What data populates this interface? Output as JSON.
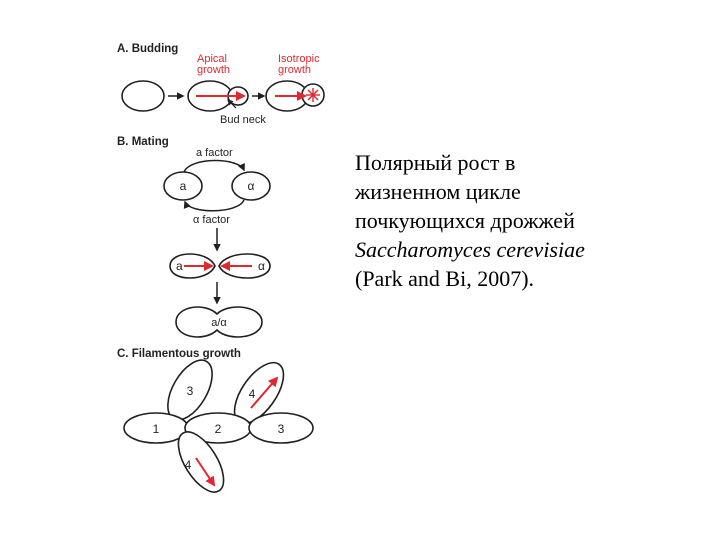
{
  "diagram": {
    "panel_a": {
      "heading": "A. Budding",
      "apical_line1": "Apical",
      "apical_line2": "growth",
      "isotropic_line1": "Isotropic",
      "isotropic_line2": "growth",
      "bud_neck": "Bud neck"
    },
    "panel_b": {
      "heading": "B. Mating",
      "a_factor": "a factor",
      "alpha_factor": "α factor",
      "cell_a": "a",
      "cell_alpha": "α",
      "fused": "a/α"
    },
    "panel_c": {
      "heading": "C. Filamentous growth",
      "cells": [
        "1",
        "2",
        "3",
        "3",
        "4",
        "4"
      ]
    },
    "colors": {
      "arrow_red": "#e0282e",
      "outline": "#231f20"
    }
  },
  "caption": {
    "line1": "Полярный рост в",
    "line2": "жизненном цикле",
    "line3": "почкующихся дрожжей",
    "line4_species": "Saccharomyces cerevisiae",
    "line5": "(Park and Bi, 2007)."
  }
}
